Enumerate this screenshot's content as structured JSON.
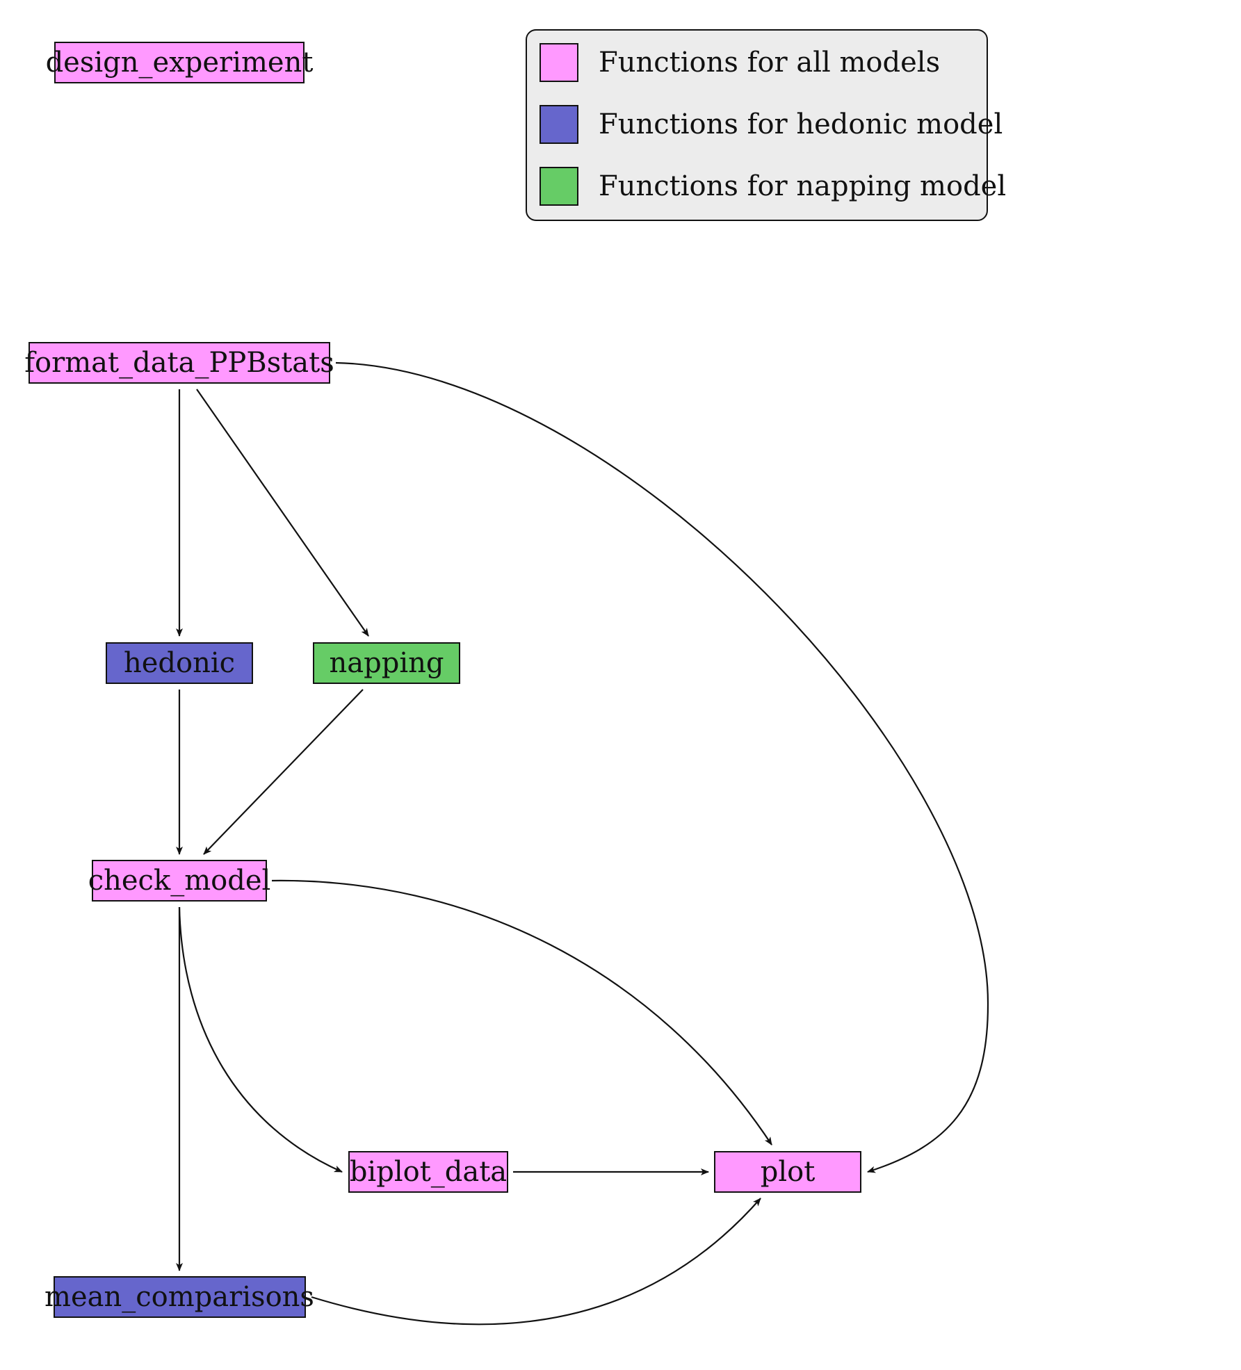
{
  "colors": {
    "all": "#ff99ff",
    "hedonic": "#6666cc",
    "napping": "#66cc66",
    "legend_bg": "#ececec"
  },
  "legend": [
    {
      "label": "Functions for all models",
      "color_key": "all"
    },
    {
      "label": "Functions for hedonic model",
      "color_key": "hedonic"
    },
    {
      "label": "Functions for napping model",
      "color_key": "napping"
    }
  ],
  "nodes": [
    {
      "id": "design_experiment",
      "label": "design_experiment",
      "color_key": "all"
    },
    {
      "id": "format_data_PPBstats",
      "label": "format_data_PPBstats",
      "color_key": "all"
    },
    {
      "id": "hedonic",
      "label": "hedonic",
      "color_key": "hedonic"
    },
    {
      "id": "napping",
      "label": "napping",
      "color_key": "napping"
    },
    {
      "id": "check_model",
      "label": "check_model",
      "color_key": "all"
    },
    {
      "id": "biplot_data",
      "label": "biplot_data",
      "color_key": "all"
    },
    {
      "id": "plot",
      "label": "plot",
      "color_key": "all"
    },
    {
      "id": "mean_comparisons",
      "label": "mean_comparisons",
      "color_key": "hedonic"
    }
  ],
  "edges": [
    {
      "from": "format_data_PPBstats",
      "to": "hedonic"
    },
    {
      "from": "format_data_PPBstats",
      "to": "napping"
    },
    {
      "from": "format_data_PPBstats",
      "to": "plot"
    },
    {
      "from": "hedonic",
      "to": "check_model"
    },
    {
      "from": "napping",
      "to": "check_model"
    },
    {
      "from": "check_model",
      "to": "plot"
    },
    {
      "from": "check_model",
      "to": "biplot_data"
    },
    {
      "from": "check_model",
      "to": "mean_comparisons"
    },
    {
      "from": "biplot_data",
      "to": "plot"
    },
    {
      "from": "mean_comparisons",
      "to": "plot"
    }
  ]
}
